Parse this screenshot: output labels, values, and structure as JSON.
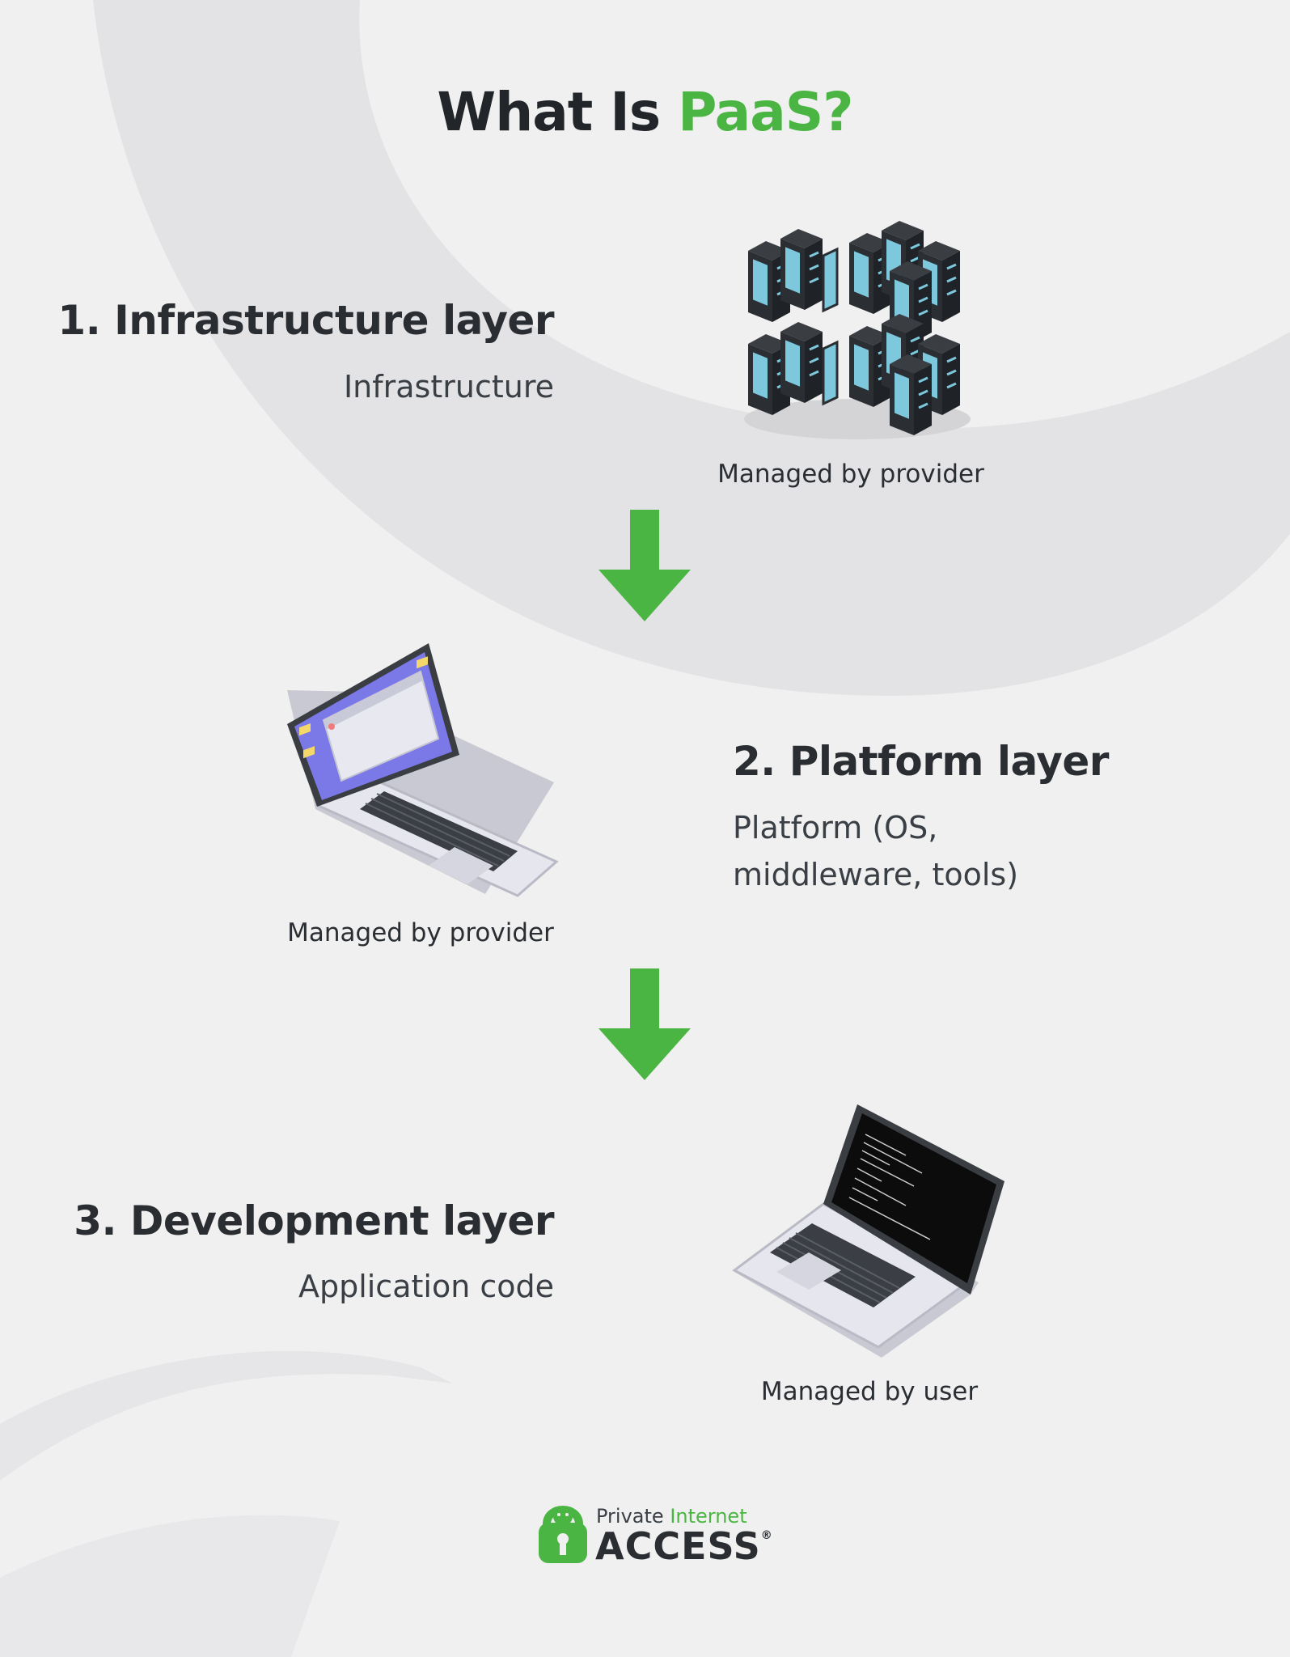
{
  "title": {
    "part1": "What Is ",
    "part2": "PaaS?"
  },
  "layers": [
    {
      "heading": "1. Infrastructure layer",
      "description": "Infrastructure",
      "caption": "Managed by provider"
    },
    {
      "heading": "2. Platform layer",
      "description_line1": "Platform (OS,",
      "description_line2": "middleware, tools)",
      "caption": "Managed by provider"
    },
    {
      "heading": "3. Development layer",
      "description": "Application code",
      "caption": "Managed by user"
    }
  ],
  "logo": {
    "line1_part1": "Private ",
    "line1_part2": "Internet",
    "line2": "ACCESS",
    "registered": "®"
  },
  "colors": {
    "accent": "#4bb543",
    "text": "#2a2e33",
    "background": "#f0f0f0",
    "laptop_screen": "#7b78e8",
    "terminal": "#0c0c0c"
  }
}
